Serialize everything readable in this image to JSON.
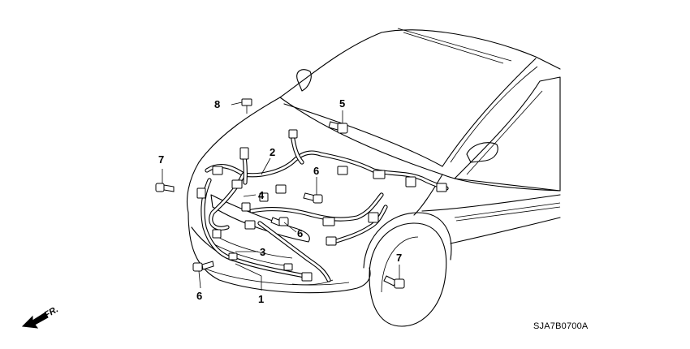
{
  "diagram": {
    "callouts": [
      {
        "id": "c1",
        "label": "1"
      },
      {
        "id": "c2",
        "label": "2"
      },
      {
        "id": "c3",
        "label": "3"
      },
      {
        "id": "c4",
        "label": "4"
      },
      {
        "id": "c5",
        "label": "5"
      },
      {
        "id": "c6a",
        "label": "6"
      },
      {
        "id": "c6b",
        "label": "6"
      },
      {
        "id": "c6c",
        "label": "6"
      },
      {
        "id": "c7a",
        "label": "7"
      },
      {
        "id": "c7b",
        "label": "7"
      },
      {
        "id": "c8",
        "label": "8"
      }
    ],
    "diagram_code": "SJA7B0700A",
    "direction_label": "FR."
  }
}
